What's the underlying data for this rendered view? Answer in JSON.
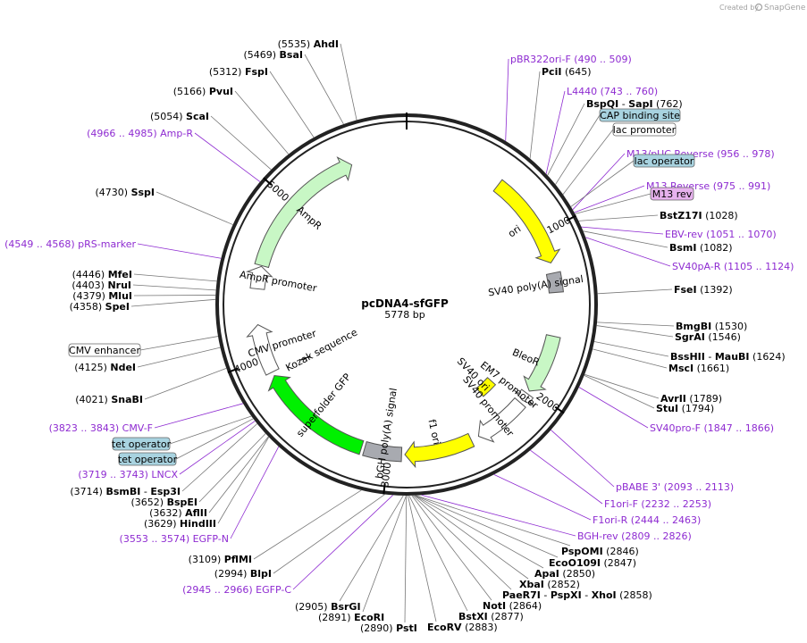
{
  "header": {
    "credit_prefix": "Created by",
    "credit_brand": "SnapGene",
    "credit_color": "#a0a0a0"
  },
  "plasmid": {
    "name": "pcDNA4-sfGFP",
    "length_text": "5778 bp",
    "length_bp": 5778
  },
  "ticks": [
    {
      "label": "1000",
      "bp": 1000
    },
    {
      "label": "2000",
      "bp": 2000
    },
    {
      "label": "3000",
      "bp": 3000
    },
    {
      "label": "4000",
      "bp": 4000
    },
    {
      "label": "5000",
      "bp": 5000
    }
  ],
  "features": [
    {
      "name": "ori",
      "kind": "arrow",
      "start": 600,
      "end": 1186,
      "color": "#ffff00",
      "ring": "inner1"
    },
    {
      "name": "SV40 poly(A) signal",
      "kind": "box",
      "start": 1250,
      "end": 1370,
      "color": "#a8aab0",
      "ring": "inner1"
    },
    {
      "name": "BleoR",
      "kind": "arrow",
      "start": 1640,
      "end": 2010,
      "color": "#c8f7c5",
      "ring": "inner1"
    },
    {
      "name": "EM7 promoter",
      "kind": "arrow",
      "start": 2030,
      "end": 2080,
      "color": "#ffffff",
      "ring": "inner1"
    },
    {
      "name": "SV40 promoter",
      "kind": "arrow",
      "start": 2100,
      "end": 2430,
      "color": "#ffffff",
      "ring": "inner1"
    },
    {
      "name": "SV40 ori",
      "kind": "box",
      "start": 2120,
      "end": 2250,
      "color": "#ffff00",
      "ring": "inner2"
    },
    {
      "name": "f1 ori",
      "kind": "arrow",
      "start": 2480,
      "end": 2900,
      "color": "#ffff00",
      "ring": "inner1"
    },
    {
      "name": "bGH poly(A) signal",
      "kind": "box",
      "start": 2920,
      "end": 3150,
      "color": "#a8aab0",
      "ring": "inner1"
    },
    {
      "name": "superfolder GFP",
      "kind": "arrow",
      "start": 3170,
      "end": 3880,
      "color": "#00f000",
      "ring": "inner1"
    },
    {
      "name": "Kozak sequence",
      "kind": "line",
      "start": 3880,
      "end": 3890,
      "color": "#000000",
      "ring": "inner2"
    },
    {
      "name": "CMV promoter",
      "kind": "arrow",
      "start": 3905,
      "end": 4210,
      "color": "#ffffff",
      "ring": "inner1"
    },
    {
      "name": "AmpR promoter",
      "kind": "arrow",
      "start": 4430,
      "end": 4570,
      "color": "#ffffff",
      "ring": "inner1"
    },
    {
      "name": "AmpR",
      "kind": "arrow",
      "start": 4575,
      "end": 5434,
      "color": "#c8f7c5",
      "ring": "inner1"
    }
  ],
  "enzymes_right": [
    {
      "name": "PciI",
      "pos": "(645)"
    },
    {
      "name": "BspQI",
      "name2": "SapI",
      "pos": "(762)"
    },
    {
      "name": "BstZ17I",
      "pos": "(1028)"
    },
    {
      "name": "BsmI",
      "pos": "(1082)"
    },
    {
      "name": "FseI",
      "pos": "(1392)"
    },
    {
      "name": "BmgBI",
      "pos": "(1530)"
    },
    {
      "name": "SgrAI",
      "pos": "(1546)"
    },
    {
      "name": "BssHII",
      "name2": "MauBI",
      "pos": "(1624)"
    },
    {
      "name": "MscI",
      "pos": "(1661)"
    },
    {
      "name": "AvrII",
      "pos": "(1789)"
    },
    {
      "name": "StuI",
      "pos": "(1794)"
    }
  ],
  "enzymes_bottom": [
    {
      "name": "PspOMI",
      "pos": "(2846)"
    },
    {
      "name": "EcoO109I",
      "pos": "(2847)"
    },
    {
      "name": "ApaI",
      "pos": "(2850)"
    },
    {
      "name": "XbaI",
      "pos": "(2852)"
    },
    {
      "name": "PaeR7I",
      "name2": "PspXI",
      "name3": "XhoI",
      "pos": "(2858)"
    },
    {
      "name": "NotI",
      "pos": "(2864)"
    },
    {
      "name": "BstXI",
      "pos": "(2877)"
    },
    {
      "name": "EcoRV",
      "pos": "(2883)"
    },
    {
      "name": "PstI",
      "pos": "(2890)"
    },
    {
      "name": "EcoRI",
      "pos": "(2891)"
    },
    {
      "name": "BsrGI",
      "pos": "(2905)"
    }
  ],
  "enzymes_left": [
    {
      "name": "AhdI",
      "pos": "(5535)"
    },
    {
      "name": "BsaI",
      "pos": "(5469)"
    },
    {
      "name": "FspI",
      "pos": "(5312)"
    },
    {
      "name": "PvuI",
      "pos": "(5166)"
    },
    {
      "name": "ScaI",
      "pos": "(5054)"
    },
    {
      "name": "SspI",
      "pos": "(4730)"
    },
    {
      "name": "MfeI",
      "pos": "(4446)"
    },
    {
      "name": "NruI",
      "pos": "(4403)"
    },
    {
      "name": "MluI",
      "pos": "(4379)"
    },
    {
      "name": "SpeI",
      "pos": "(4358)"
    },
    {
      "name": "NdeI",
      "pos": "(4125)"
    },
    {
      "name": "SnaBI",
      "pos": "(4021)"
    },
    {
      "name": "BsmBI",
      "name2": "Esp3I",
      "pos": "(3714)"
    },
    {
      "name": "BspEI",
      "pos": "(3652)"
    },
    {
      "name": "AflII",
      "pos": "(3632)"
    },
    {
      "name": "HindIII",
      "pos": "(3629)"
    },
    {
      "name": "PflMI",
      "pos": "(3109)"
    },
    {
      "name": "BlpI",
      "pos": "(2994)"
    }
  ],
  "primers_right": [
    {
      "name": "pBR322ori-F",
      "range": "(490 .. 509)"
    },
    {
      "name": "L4440",
      "range": "(743 .. 760)"
    },
    {
      "name": "M13/pUC Reverse",
      "range": "(956 .. 978)"
    },
    {
      "name": "M13 Reverse",
      "range": "(975 .. 991)"
    },
    {
      "name": "EBV-rev",
      "range": "(1051 .. 1070)"
    },
    {
      "name": "SV40pA-R",
      "range": "(1105 .. 1124)"
    },
    {
      "name": "SV40pro-F",
      "range": "(1847 .. 1866)"
    },
    {
      "name": "pBABE 3'",
      "range": "(2093 .. 2113)"
    },
    {
      "name": "F1ori-F",
      "range": "(2232 .. 2253)"
    },
    {
      "name": "F1ori-R",
      "range": "(2444 .. 2463)"
    },
    {
      "name": "BGH-rev",
      "range": "(2809 .. 2826)"
    }
  ],
  "primers_left": [
    {
      "name": "Amp-R",
      "range": "(4966 .. 4985)"
    },
    {
      "name": "pRS-marker",
      "range": "(4549 .. 4568)"
    },
    {
      "name": "CMV-F",
      "range": "(3823 .. 3843)"
    },
    {
      "name": "LNCX",
      "range": "(3719 .. 3743)"
    },
    {
      "name": "EGFP-N",
      "range": "(3553 .. 3574)"
    },
    {
      "name": "EGFP-C",
      "range": "(2945 .. 2966)"
    }
  ],
  "boxed_features": [
    {
      "name": "CAP binding site",
      "style": "blue"
    },
    {
      "name": "lac promoter",
      "style": "white"
    },
    {
      "name": "lac operator",
      "style": "blue"
    },
    {
      "name": "M13 rev",
      "style": "purple"
    },
    {
      "name": "CMV enhancer",
      "style": "white"
    },
    {
      "name": "tet operator",
      "style": "blue"
    },
    {
      "name": "tet operator",
      "style": "blue"
    }
  ],
  "colors": {
    "enzyme": "#000000",
    "primer": "#8e2bd1",
    "backbone": "#222222",
    "blue_box": "#a8d3e0",
    "purple_box": "#e7b2ee"
  }
}
